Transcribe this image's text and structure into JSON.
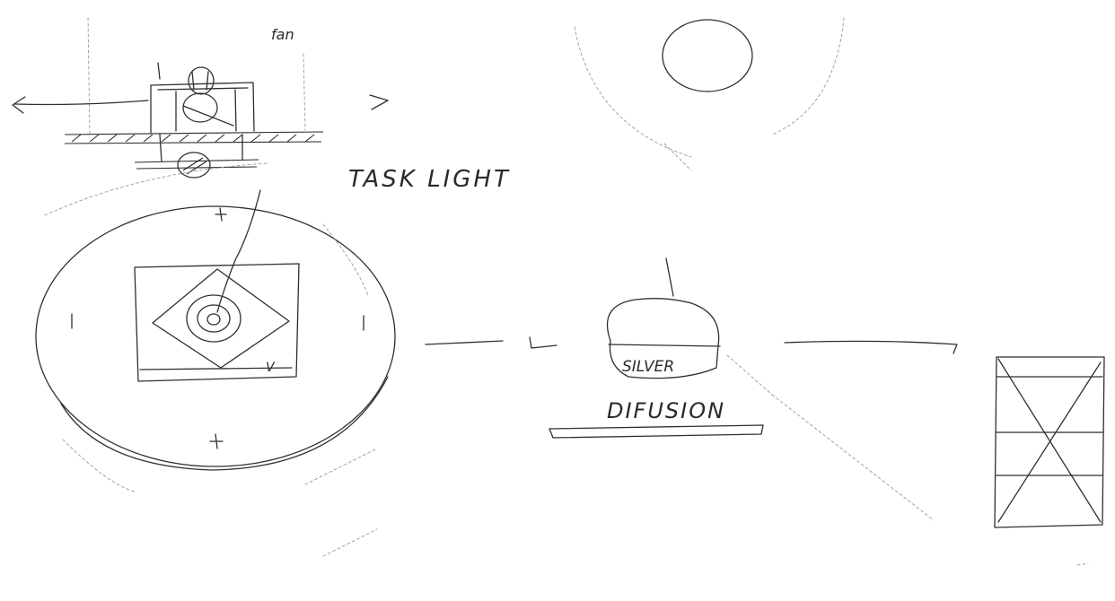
{
  "labels": {
    "fan": "fan",
    "task_light": "TASK LIGHT",
    "silver": "SILVER",
    "diffusion": "DIFUSION",
    "corner_v": "V"
  }
}
